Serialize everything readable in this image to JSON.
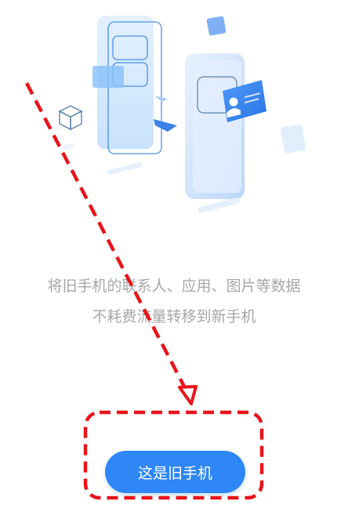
{
  "description": {
    "line1": "将旧手机的联系人、应用、图片等数据",
    "line2": "不耗费流量转移到新手机"
  },
  "primary_button": {
    "label": "这是旧手机"
  },
  "colors": {
    "accent": "#2f86f6",
    "annotation": "#e8141b",
    "text_muted": "#a7a7a7"
  },
  "icons": [
    "phone-illustration",
    "contact-card-icon",
    "cube-icon",
    "arrow-annotation",
    "highlight-box-annotation"
  ]
}
